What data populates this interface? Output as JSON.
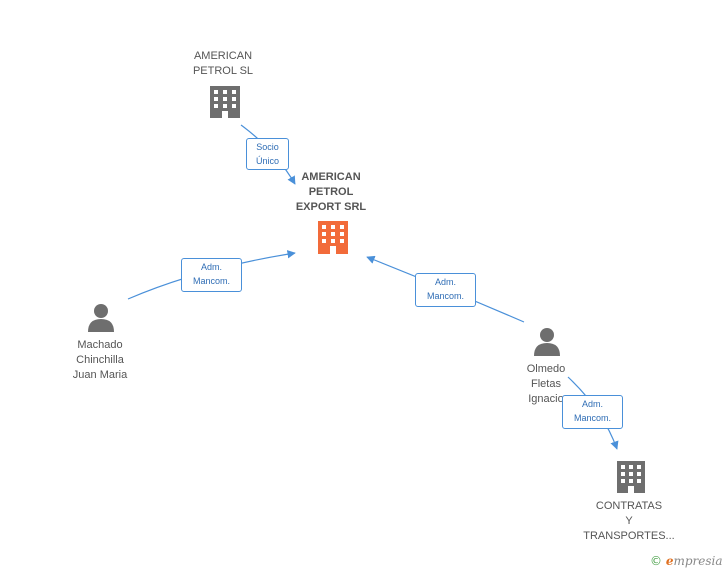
{
  "nodes": {
    "american_petrol_sl": {
      "label": "AMERICAN\nPETROL SL",
      "type": "company"
    },
    "american_petrol_export": {
      "label": "AMERICAN\nPETROL\nEXPORT SRL",
      "type": "company-main"
    },
    "machado": {
      "label": "Machado\nChinchilla\nJuan Maria",
      "type": "person"
    },
    "olmedo": {
      "label": "Olmedo\nFletas\nIgnacio",
      "type": "person"
    },
    "contratas": {
      "label": "CONTRATAS\nY\nTRANSPORTES...",
      "type": "company"
    }
  },
  "edges": {
    "socio_unico": {
      "label": "Socio\nÚnico"
    },
    "adm_machado": {
      "label": "Adm.\nMancom."
    },
    "adm_olmedo": {
      "label": "Adm.\nMancom."
    },
    "adm_contratas": {
      "label": "Adm.\nMancom."
    }
  },
  "colors": {
    "company_icon": "#6e6e6e",
    "main_company_icon": "#f26b3a",
    "person_icon": "#6e6e6e",
    "edge": "#4a90d9"
  },
  "brand": {
    "copyright": "©",
    "name_first": "e",
    "name_rest": "mpresia"
  }
}
